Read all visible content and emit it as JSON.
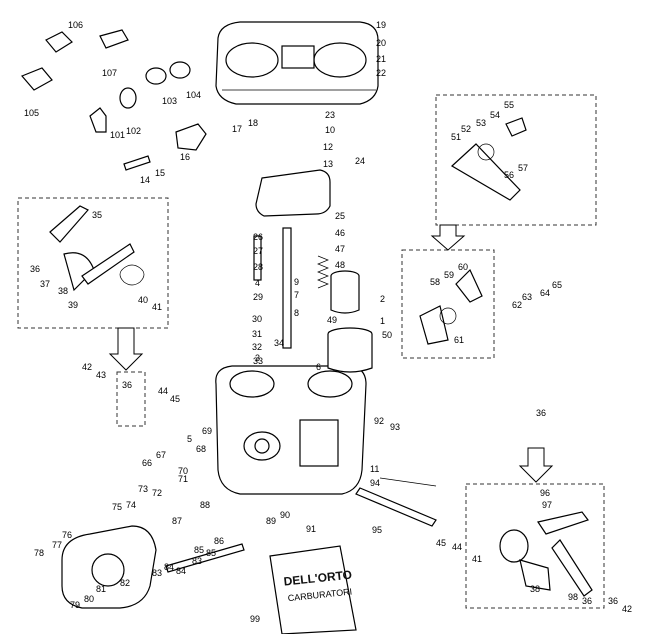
{
  "callouts": [
    "1",
    "2",
    "3",
    "4",
    "5",
    "6",
    "7",
    "8",
    "9",
    "10",
    "11",
    "12",
    "13",
    "14",
    "15",
    "16",
    "17",
    "18",
    "19",
    "20",
    "21",
    "22",
    "23",
    "24",
    "25",
    "26",
    "27",
    "28",
    "29",
    "30",
    "31",
    "32",
    "33",
    "34",
    "35",
    "36",
    "37",
    "38",
    "39",
    "40",
    "41",
    "42",
    "43",
    "44",
    "45",
    "46",
    "47",
    "48",
    "49",
    "50",
    "51",
    "52",
    "53",
    "54",
    "55",
    "56",
    "57",
    "58",
    "59",
    "60",
    "61",
    "62",
    "63",
    "64",
    "65",
    "66",
    "67",
    "68",
    "69",
    "70",
    "71",
    "72",
    "73",
    "74",
    "75",
    "76",
    "77",
    "78",
    "79",
    "80",
    "81",
    "82",
    "83",
    "84",
    "85",
    "86",
    "87",
    "88",
    "89",
    "90",
    "91",
    "92",
    "93",
    "94",
    "95",
    "96",
    "97",
    "98",
    "99",
    "101",
    "102",
    "103",
    "104",
    "105",
    "106",
    "107"
  ],
  "package": {
    "brand": "DELL'ORTO",
    "sub": "CARBURATORI"
  },
  "extra_labels": {
    "l42b": "42",
    "l36a": "36",
    "l36b": "36",
    "l36c": "36",
    "l36d": "36",
    "l38b": "38",
    "l41b": "41",
    "l45b": "45",
    "l44b": "44",
    "l84b": "84",
    "l83b": "83",
    "l85b": "85"
  }
}
